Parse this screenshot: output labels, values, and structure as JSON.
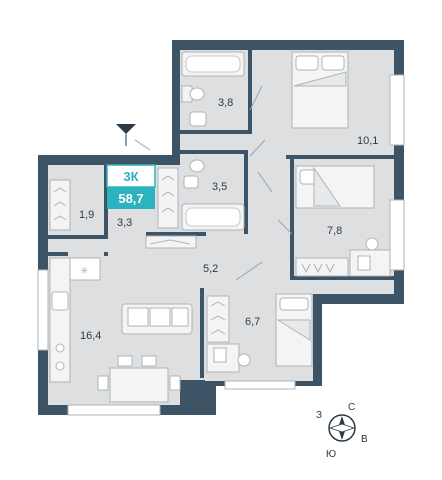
{
  "badge": {
    "type": "3К",
    "area": "58,7"
  },
  "rooms": {
    "bathroom_top": "3,8",
    "bedroom_top": "10,1",
    "bathroom_mid": "3,5",
    "bedroom_right": "7,8",
    "closet": "1,9",
    "hall_small": "3,3",
    "hall": "5,2",
    "bedroom_small": "6,7",
    "kitchen_living": "16,4"
  },
  "compass": {
    "north": "С",
    "west": "З",
    "east": "В",
    "south": "Ю"
  },
  "colors": {
    "wall": "#3d5366",
    "floor": "#dedfe0",
    "accent": "#2bb3c0",
    "furniture_fill": "#f4f4f4",
    "furniture_stroke": "#aeb4b9"
  }
}
